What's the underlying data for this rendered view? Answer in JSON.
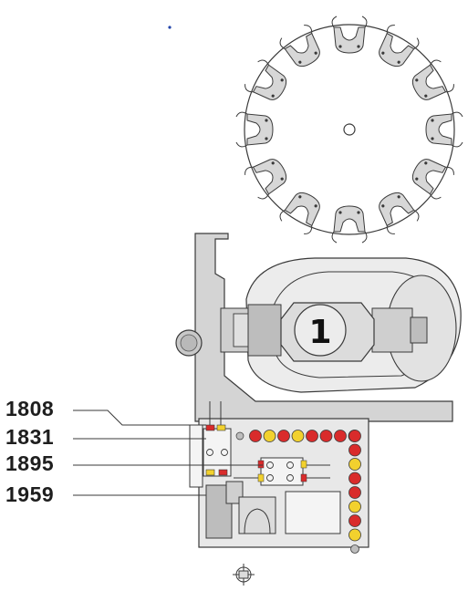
{
  "labels": [
    {
      "text": "1808"
    },
    {
      "text": "1831"
    },
    {
      "text": "1895"
    },
    {
      "text": "1959"
    }
  ],
  "drawing": {
    "rotor_gripper_count": 12,
    "turret_marking": "1",
    "colors": {
      "line": "#3a3a3a",
      "part_fill": "#d7d7d7",
      "body_fill": "#c8c8c8",
      "led_red": "#d92b2b",
      "led_yellow": "#f2d12e",
      "led_off": "#bdbdbd",
      "dot_blue": "#2244aa"
    },
    "led_rows": {
      "top_row": [
        "red",
        "yellow",
        "red",
        "yellow",
        "red",
        "red",
        "red",
        "red"
      ],
      "right_column": [
        "red",
        "red",
        "yellow",
        "red",
        "red",
        "yellow",
        "red",
        "yellow",
        "off"
      ]
    }
  }
}
